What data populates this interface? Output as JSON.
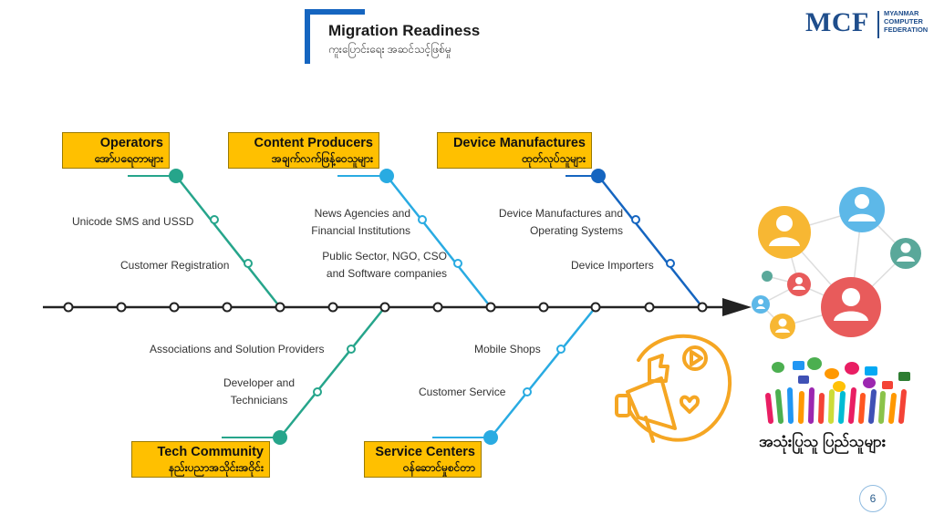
{
  "header": {
    "title": "Migration Readiness",
    "subtitle": "ကူးပြောင်းရေး အဆင်သင့်ဖြစ်မှု"
  },
  "logo": {
    "mark": "MCF",
    "line1": "MYANMAR",
    "line2": "COMPUTER",
    "line3": "FEDERATION"
  },
  "categories": {
    "operators": {
      "en": "Operators",
      "mm": "အော်ပရေတာများ"
    },
    "content_producers": {
      "en": "Content Producers",
      "mm": "အချက်လက်ဖြန့်ဝေသူများ"
    },
    "device_manufactures": {
      "en": "Device Manufactures",
      "mm": "ထုတ်လုပ်သူများ"
    },
    "tech_community": {
      "en": "Tech Community",
      "mm": "နည်းပညာအသိုင်းအဝိုင်း"
    },
    "service_centers": {
      "en": "Service Centers",
      "mm": "ဝန်ဆောင်မှုစင်တာ"
    }
  },
  "causes": {
    "unicode_sms": "Unicode SMS and USSD",
    "customer_registration": "Customer Registration",
    "news_agencies_1": "News Agencies and",
    "news_agencies_2": "Financial Institutions",
    "public_sector_1": "Public Sector, NGO, CSO",
    "public_sector_2": "and Software companies",
    "device_os_1": "Device Manufactures and",
    "device_os_2": "Operating Systems",
    "device_importers": "Device Importers",
    "associations": "Associations and Solution Providers",
    "developer_1": "Developer and",
    "developer_2": "Technicians",
    "mobile_shops": "Mobile Shops",
    "customer_service": "Customer Service"
  },
  "effect": {
    "label": "အသုံးပြုသူ ပြည်သူများ"
  },
  "colors": {
    "teal": "#26a58b",
    "light_blue": "#29abe2",
    "dark_blue": "#1565c0",
    "box": "#ffc000",
    "megaphone": "#f5a623"
  },
  "page": {
    "number": "6"
  }
}
